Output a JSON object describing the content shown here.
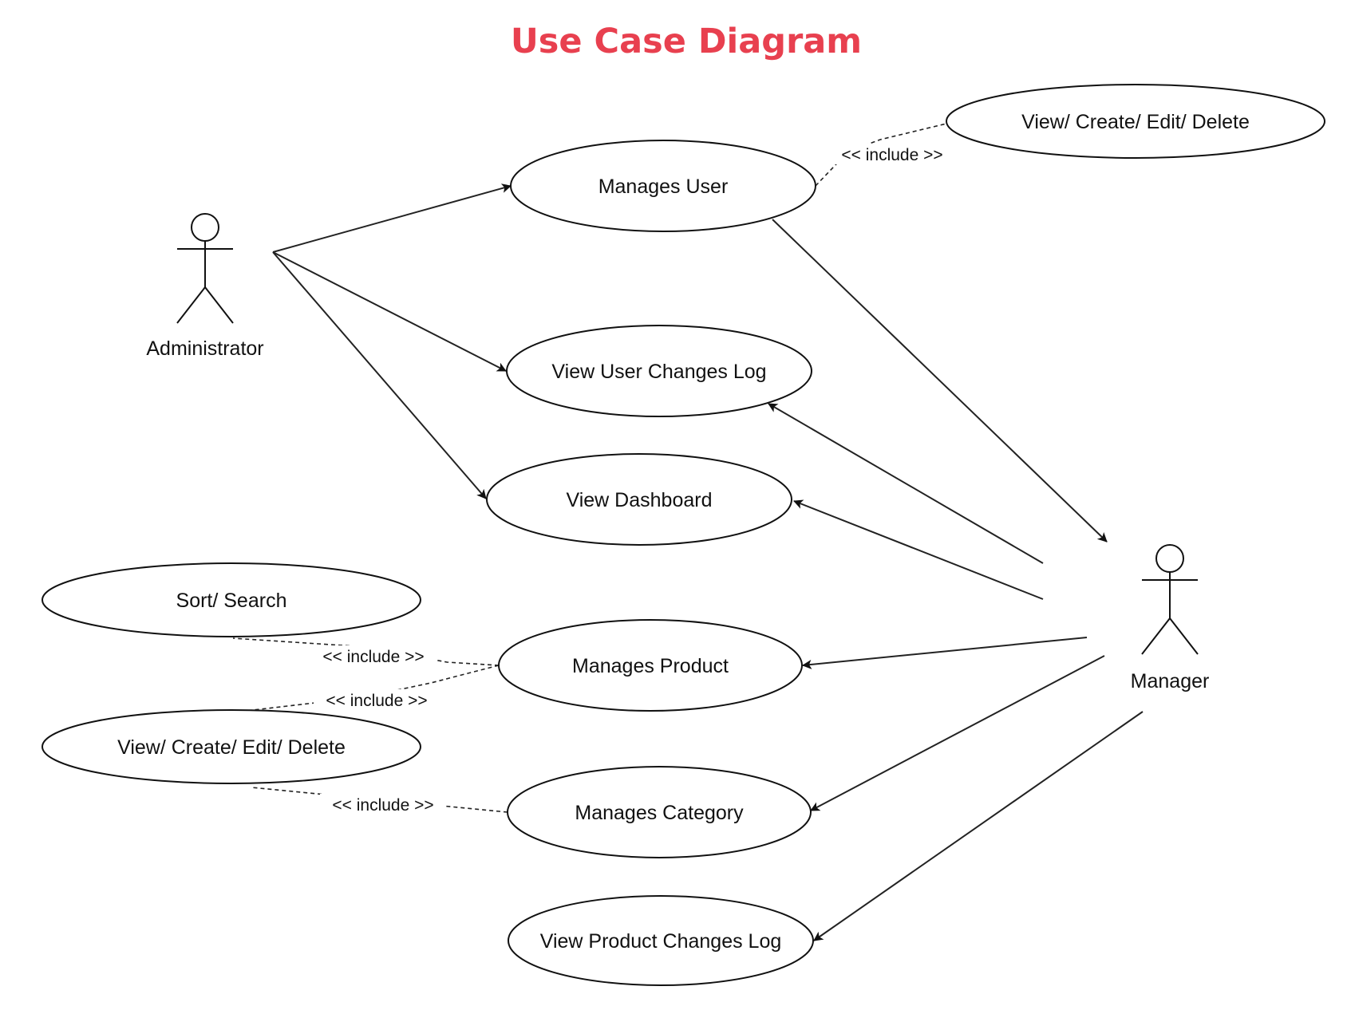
{
  "title": "Use Case Diagram",
  "colors": {
    "title": "#e8404f",
    "line": "#222222",
    "shape_fill": "#ffffff"
  },
  "actors": [
    {
      "id": "administrator",
      "label": "Administrator"
    },
    {
      "id": "manager",
      "label": "Manager"
    }
  ],
  "use_cases": [
    {
      "id": "manages-user",
      "label": "Manages User"
    },
    {
      "id": "view-create-edit-delete-user",
      "label": "View/ Create/ Edit/ Delete"
    },
    {
      "id": "view-user-changes-log",
      "label": "View User Changes Log"
    },
    {
      "id": "view-dashboard",
      "label": "View Dashboard"
    },
    {
      "id": "sort-search",
      "label": "Sort/ Search"
    },
    {
      "id": "manages-product",
      "label": "Manages Product"
    },
    {
      "id": "view-create-edit-delete-product",
      "label": "View/ Create/ Edit/ Delete"
    },
    {
      "id": "manages-category",
      "label": "Manages Category"
    },
    {
      "id": "view-product-changes-log",
      "label": "View Product Changes Log"
    }
  ],
  "associations": [
    {
      "from": "administrator",
      "to": "manages-user"
    },
    {
      "from": "administrator",
      "to": "view-user-changes-log"
    },
    {
      "from": "administrator",
      "to": "view-dashboard"
    },
    {
      "from": "manages-user",
      "to": "manager"
    },
    {
      "from": "manager",
      "to": "view-user-changes-log"
    },
    {
      "from": "manager",
      "to": "view-dashboard"
    },
    {
      "from": "manager",
      "to": "manages-product"
    },
    {
      "from": "manager",
      "to": "manages-category"
    },
    {
      "from": "manager",
      "to": "view-product-changes-log"
    }
  ],
  "includes": [
    {
      "base": "manages-user",
      "included": "view-create-edit-delete-user",
      "label": "<< include >>"
    },
    {
      "base": "manages-product",
      "included": "sort-search",
      "label": "<< include >>"
    },
    {
      "base": "manages-product",
      "included": "view-create-edit-delete-product",
      "label": "<< include >>"
    },
    {
      "base": "manages-category",
      "included": "view-create-edit-delete-product",
      "label": "<< include >>"
    }
  ]
}
